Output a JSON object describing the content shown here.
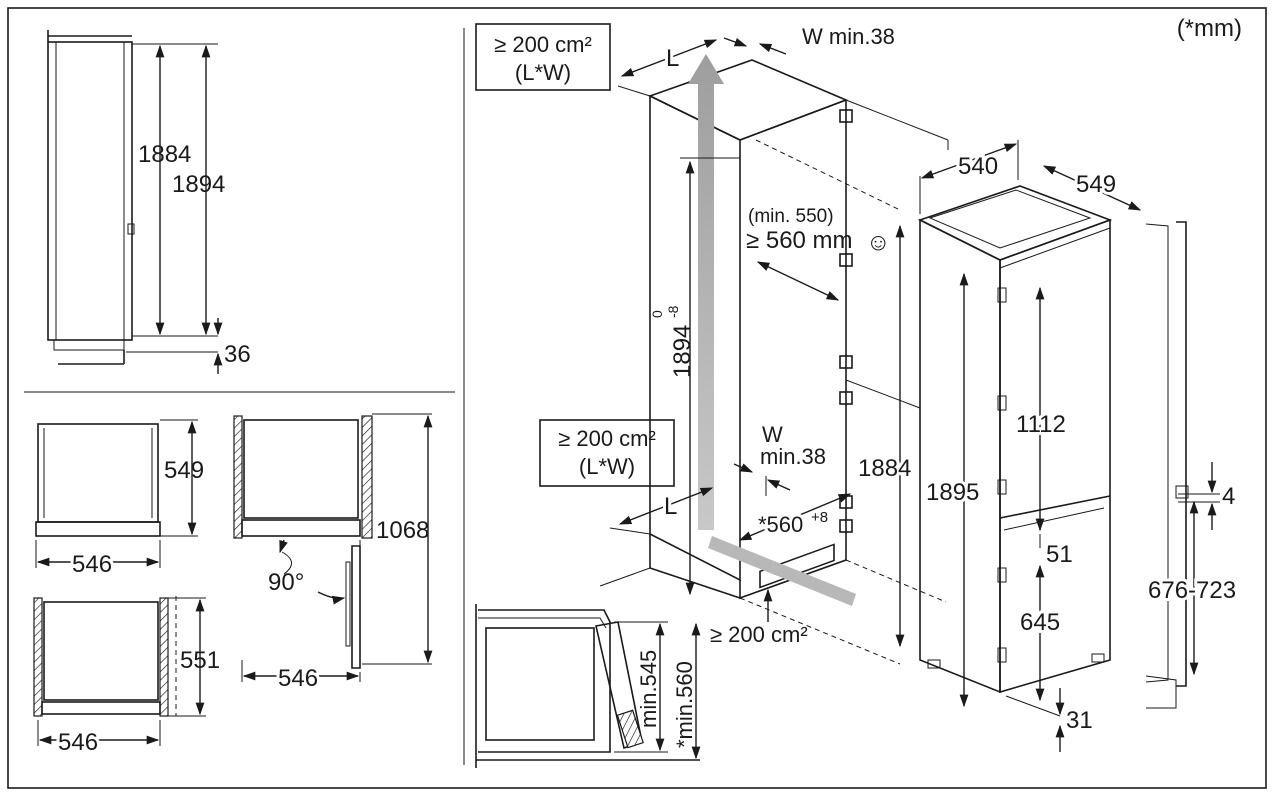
{
  "units_note": "(*mm)",
  "colors": {
    "line": "#1a1a1a",
    "airflow_arrow": "#a9a9a9",
    "background": "#ffffff"
  },
  "side_view": {
    "dim_1884": "1884",
    "dim_1894": "1894",
    "dim_36": "36"
  },
  "top_views": {
    "view_a": {
      "depth": "549",
      "width": "546"
    },
    "view_b": {
      "depth": "551",
      "width": "546"
    },
    "view_c": {
      "width": "546",
      "angle": "90°",
      "door_length": "1068"
    }
  },
  "niche": {
    "vent_top": {
      "area": "≥ 200 cm²",
      "formula": "(L*W)",
      "length_label": "L",
      "width_label": "W min.38"
    },
    "vent_bottom": {
      "area": "≥ 200 cm²",
      "formula": "(L*W)",
      "length_label": "L",
      "width_label_w": "W",
      "width_label_min": "min.38"
    },
    "niche_height": "1894",
    "niche_height_tol_upper": "0",
    "niche_height_tol_lower": "-8",
    "depth_min": "(min. 550)",
    "depth_recommended": "≥ 560 mm",
    "smiley": "☺",
    "niche_width": "*560",
    "niche_width_tol": "+8",
    "plinth_vent": "≥ 200 cm²",
    "height_1884": "1884"
  },
  "appliance": {
    "width": "540",
    "depth": "549",
    "height": "1895",
    "fridge_door": "1112",
    "gap_51": "51",
    "freezer_door": "645",
    "bottom_31": "31",
    "gap_4": "4",
    "hinge_range": "676-723"
  },
  "section": {
    "min_545": "min.545",
    "min_560": "*min.560"
  }
}
